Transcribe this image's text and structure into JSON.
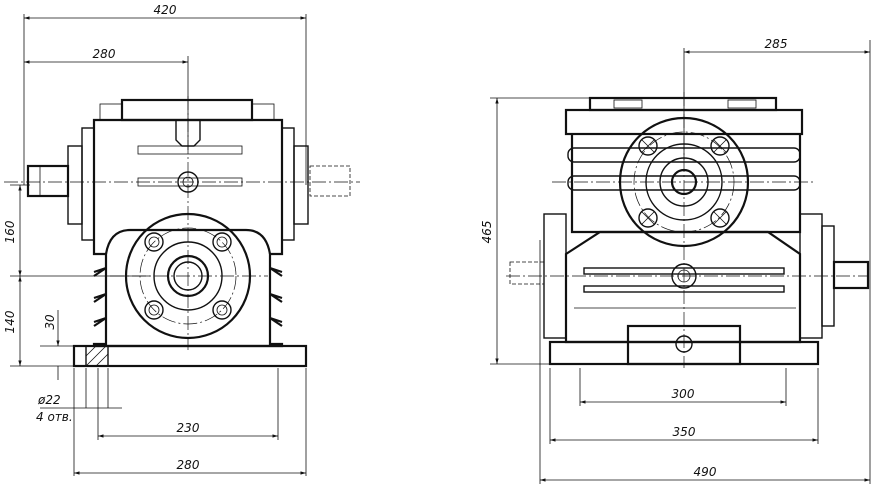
{
  "front_view": {
    "dims": {
      "overall_width": "420",
      "shaft_offset": "280",
      "height_160": "160",
      "height_140": "140",
      "foot_30": "30",
      "hole_dia": "ø22",
      "hole_count": "4 отв.",
      "bolt_span": "230",
      "base_width": "280"
    }
  },
  "side_view": {
    "dims": {
      "shaft_offset": "285",
      "overall_height": "465",
      "bolt_span": "300",
      "base_width": "350",
      "overall_width": "490"
    }
  }
}
